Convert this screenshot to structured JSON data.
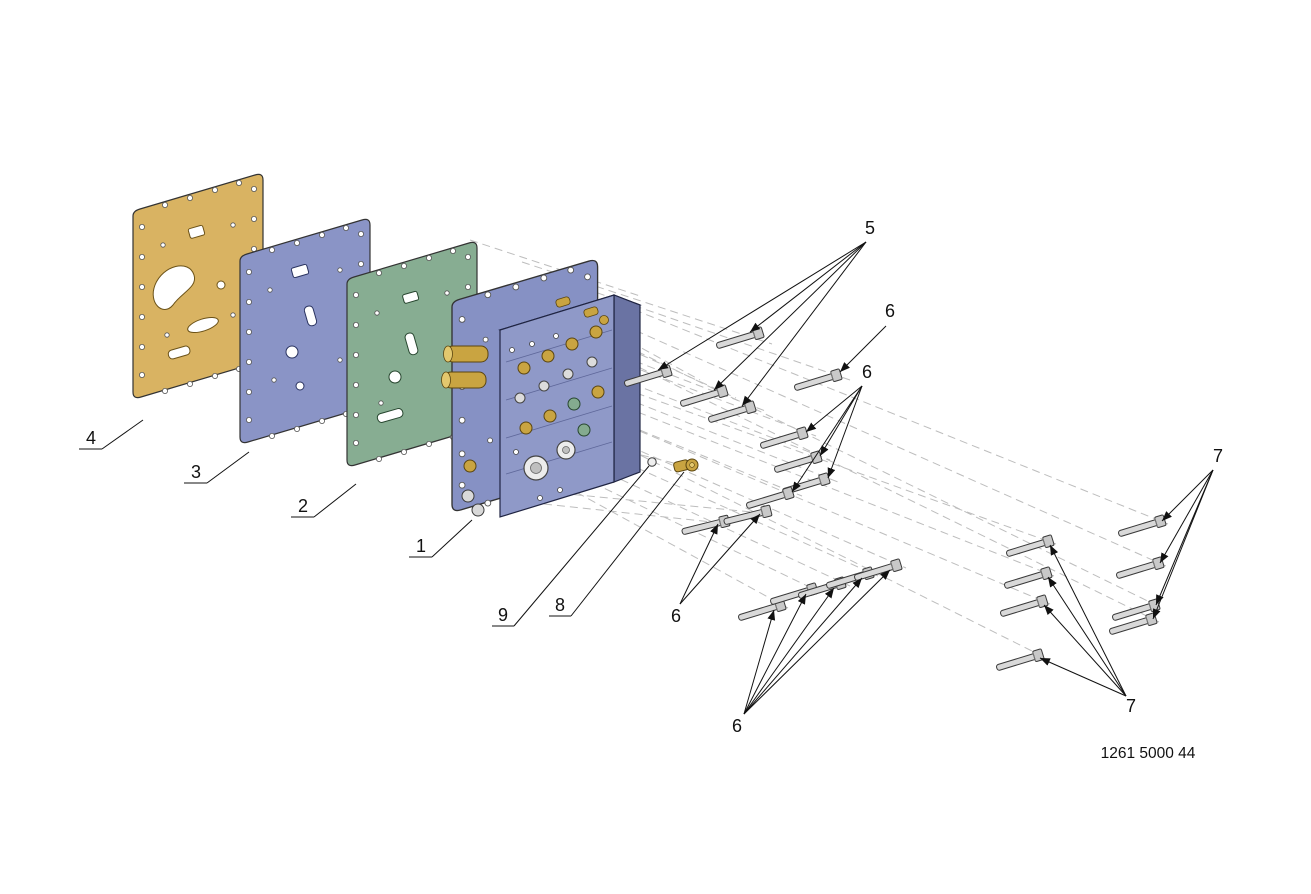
{
  "figure": {
    "part_number": "1261 5000 44",
    "callouts": {
      "valve_body": "1",
      "gasket_green": "2",
      "gasket_blue": "3",
      "gasket_tan": "4",
      "bolts_top": "5",
      "bolt_mid_single": "6",
      "bolts_mid": "6",
      "bolts_lower_left": "6",
      "bolts_bottom": "6",
      "bolts_far_right": "7",
      "bolts_right_lower": "7",
      "fitting": "8",
      "ball": "9"
    },
    "colors": {
      "plate_tan": "#d9b362",
      "plate_blue": "#8a94c6",
      "plate_green": "#87ad92",
      "body_flange_blue": "#8691c4",
      "body_front_blue": "#8f99c8",
      "body_side_blue": "#6a73a3",
      "body_top_blue": "#a9b1d6",
      "brass": "#c9a441",
      "brass_light": "#e3c86e",
      "steel": "#d9d9d9",
      "green_part": "#84ab8f",
      "leader_dash": "#bdbdbd",
      "line": "#111111",
      "background": "#ffffff"
    }
  }
}
